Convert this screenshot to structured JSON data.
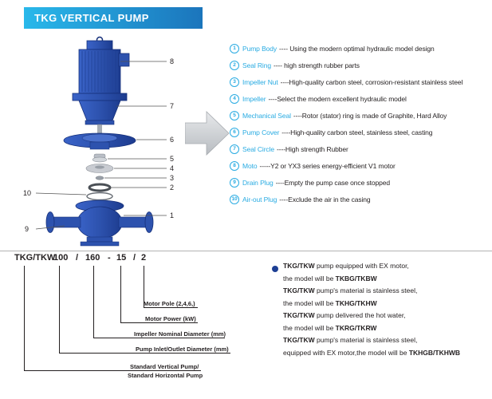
{
  "header": {
    "title": "TKG VERTICAL PUMP"
  },
  "colors": {
    "accent": "#29abe2",
    "banner_start": "#29b8ea",
    "banner_end": "#1b75bc",
    "pump_blue": "#2d52ae",
    "bullet_navy": "#1d3f94",
    "text_dark": "#231f20",
    "arrow_gray": "#c9cdd2"
  },
  "diagram": {
    "callouts": [
      "8",
      "7",
      "6",
      "5",
      "4",
      "3",
      "2",
      "10",
      "1",
      "9"
    ]
  },
  "parts_list": [
    {
      "num": "1",
      "name": "Pump Body",
      "desc": "---- Using the modern optimal hydraulic model design"
    },
    {
      "num": "2",
      "name": "Seal Ring",
      "desc": "---- high strength rubber parts"
    },
    {
      "num": "3",
      "name": "Impeller Nut",
      "desc": "----High-quality carbon steel, corrosion-resistant stainless steel"
    },
    {
      "num": "4",
      "name": "Impeller",
      "desc": "----Select the modern excellent hydraulic model"
    },
    {
      "num": "5",
      "name": "Mechanical Seal",
      "desc": "----Rotor (stator) ring is made of Graphite, Hard Alloy"
    },
    {
      "num": "6",
      "name": "Pump Cover",
      "desc": "----High-quality carbon steel, stainless steel, casting"
    },
    {
      "num": "7",
      "name": "Seal Circle",
      "desc": "----High strength Rubber"
    },
    {
      "num": "8",
      "name": "Moto",
      "desc": "-----Y2 or YX3 series energy-efficient V1 motor"
    },
    {
      "num": "9",
      "name": "Drain Plug",
      "desc": "----Empty the pump case once stopped"
    },
    {
      "num": "10",
      "name": "Air-out Plug",
      "desc": "----Exclude the air in the casing"
    }
  ],
  "model_code": {
    "segments": [
      "TKG/TKW",
      "100",
      "/",
      "160",
      "-",
      "15",
      "/",
      "2"
    ],
    "labels": {
      "motor_pole": "Motor Pole (2,4,6,)",
      "motor_power": "Motor Power  (kW)",
      "impeller_diameter": "Impeller Nominal Diameter (mm)",
      "inlet_outlet": "Pump Inlet/Outlet Diameter (mm)",
      "standard_line1": "Standard Vertical Pump/",
      "standard_line2": "Standard  Horizontal Pump"
    }
  },
  "notes": [
    {
      "line1": {
        "b1": "TKG/TKW",
        "t": " pump equipped with EX motor,",
        "b2": ""
      },
      "line2": {
        "b1": "",
        "t": "the model will be ",
        "b2": "TKBG/TKBW"
      }
    },
    {
      "line1": {
        "b1": "TKG/TKW",
        "t": " pump's material is stainless steel,",
        "b2": ""
      },
      "line2": {
        "b1": "",
        "t": "the model will be ",
        "b2": "TKHG/TKHW"
      }
    },
    {
      "line1": {
        "b1": "TKG/TKW",
        "t": " pump delivered the hot water,",
        "b2": ""
      },
      "line2": {
        "b1": "",
        "t": "the model will be ",
        "b2": "TKRG/TKRW"
      }
    },
    {
      "line1": {
        "b1": "TKG/TKW",
        "t": " pump's material is stainless steel,",
        "b2": ""
      },
      "line2": {
        "b1": "",
        "t": "equipped with EX motor,the model will be ",
        "b2": "TKHGB/TKHWB"
      }
    }
  ]
}
